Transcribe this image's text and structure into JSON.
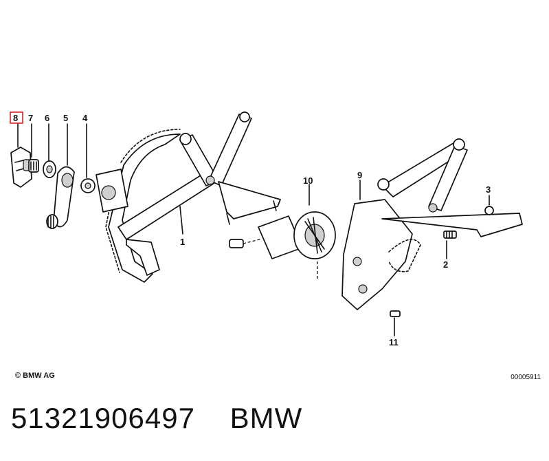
{
  "callouts": {
    "p1": "1",
    "p2": "2",
    "p3": "3",
    "p4": "4",
    "p5": "5",
    "p6": "6",
    "p7": "7",
    "p8": "8",
    "p9": "9",
    "p10": "10",
    "p11": "11"
  },
  "highlight_color": "#d62020",
  "copyright": "© BMW AG",
  "drawing_id": "00005911",
  "caption": {
    "part_number": "51321906497",
    "brand": "BMW"
  }
}
